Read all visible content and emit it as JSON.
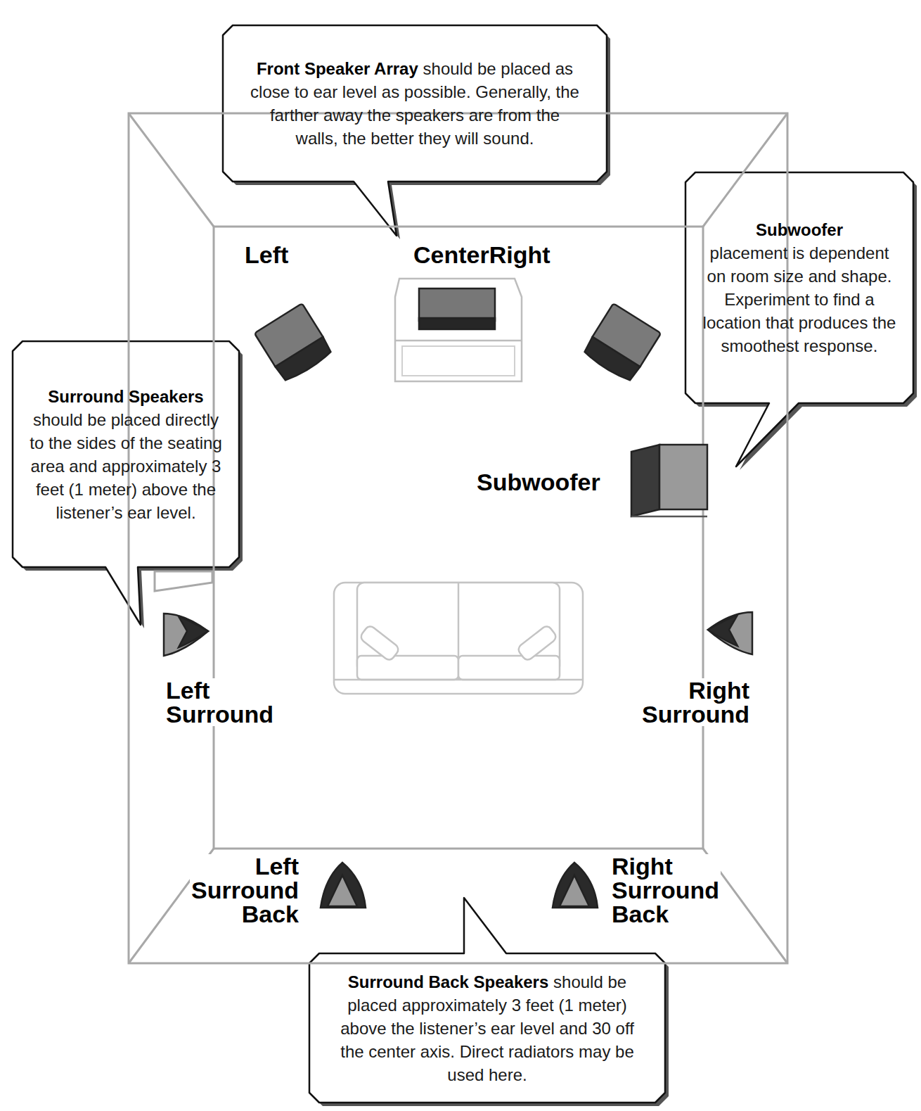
{
  "diagram": {
    "nodes": [
      {
        "text": [
          "Front Speaker Array",
          "should be placed as close to ear level as possible. Generally, the farther away the speakers are from the walls, the better they will sound."
        ]
      },
      {
        "text": [
          "Subwoofer",
          "placement is dependent on room size and shape. Experiment to find a location that produces the smoothest response."
        ]
      },
      {
        "text": [
          "Surround Speakers",
          "should be placed directly to the sides of the seating area and approximately 3 feet (1 meter) above the listener’s ear level."
        ]
      },
      {
        "text": [
          "Surround Back Speakers",
          "should be placed approximately 3 feet (1 meter) above the listener’s ear level and 30 off the center axis. Direct radiators may be used here."
        ]
      }
    ],
    "labels": [
      "Left",
      "CenterRight",
      "Subwoofer",
      "Left Surround",
      "Right Surround",
      "Left Surround Back",
      "Right Surround Back"
    ]
  }
}
